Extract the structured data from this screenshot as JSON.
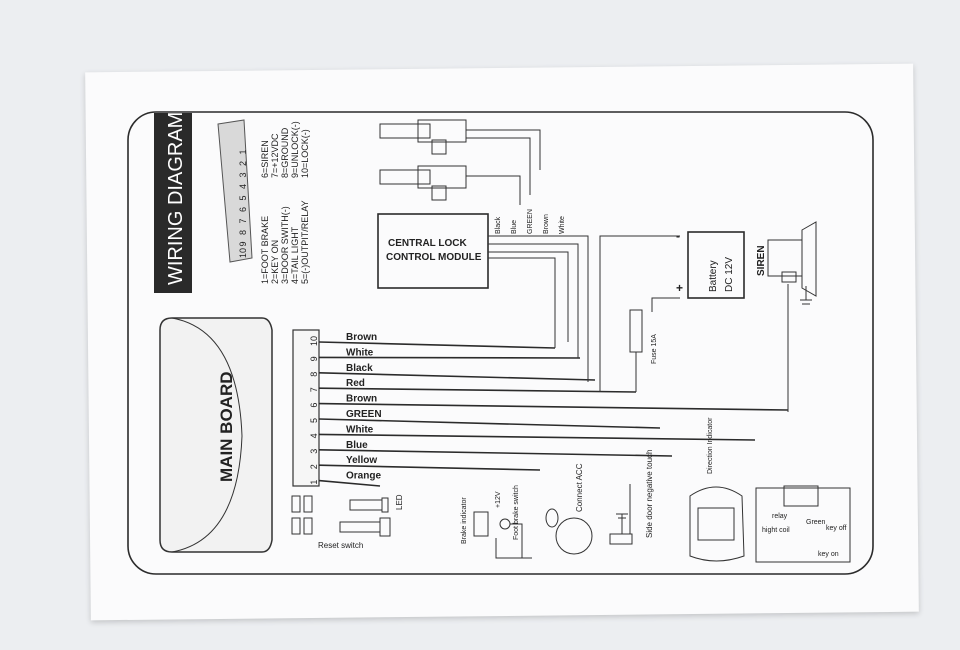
{
  "diagram": {
    "title": "WIRING DIAGRAM",
    "main_board": "MAIN BOARD",
    "pin_numbers": [
      "10",
      "9",
      "8",
      "7",
      "6",
      "5",
      "4",
      "3",
      "2",
      "1"
    ],
    "legend": [
      "1=FOOT BRAKE",
      "2=KEY ON",
      "3=DOOR SWITH(-)",
      "4=TAIL LIGHT",
      "5=(-)OUTPIT/RELAY",
      "6=SIREN",
      "7=+12VDC",
      "8=GROUND",
      "9=UNLOCK(-)",
      "10=LOCK(-)"
    ],
    "central_lock": {
      "line1": "CENTRAL LOCK",
      "line2": "CONTROL MODULE",
      "wires": [
        "Black",
        "Blue",
        "GREEN",
        "Brown",
        "White"
      ]
    },
    "connector_pins": [
      "10",
      "9",
      "8",
      "7",
      "6",
      "5",
      "4",
      "3",
      "2",
      "1"
    ],
    "wires": [
      {
        "pin": "10",
        "label": "Brown"
      },
      {
        "pin": "9",
        "label": "White"
      },
      {
        "pin": "8",
        "label": "Black"
      },
      {
        "pin": "7",
        "label": "Red"
      },
      {
        "pin": "6",
        "label": "Brown"
      },
      {
        "pin": "5",
        "label": "GREEN"
      },
      {
        "pin": "4",
        "label": "White"
      },
      {
        "pin": "3",
        "label": "Blue"
      },
      {
        "pin": "2",
        "label": "Yellow"
      },
      {
        "pin": "1",
        "label": "Orange"
      }
    ],
    "battery": {
      "line1": "Battery",
      "line2": "DC 12V",
      "minus": "-",
      "plus": "+"
    },
    "fuse": "Fuse 15A",
    "siren": "SIREN",
    "led": "LED",
    "reset_switch": "Reset switch",
    "brake": {
      "indicator": "Brake indicator",
      "plus12": "+12V",
      "switch": "Foot brake switch"
    },
    "connect_acc": "Connect ACC",
    "side_door": "Side door negative touch",
    "direction_indicator": "Direction Indicator",
    "relay": {
      "label": "relay",
      "hight_coil": "hight coil",
      "key_on": "key on",
      "key_off": "key off",
      "green": "Green"
    }
  }
}
